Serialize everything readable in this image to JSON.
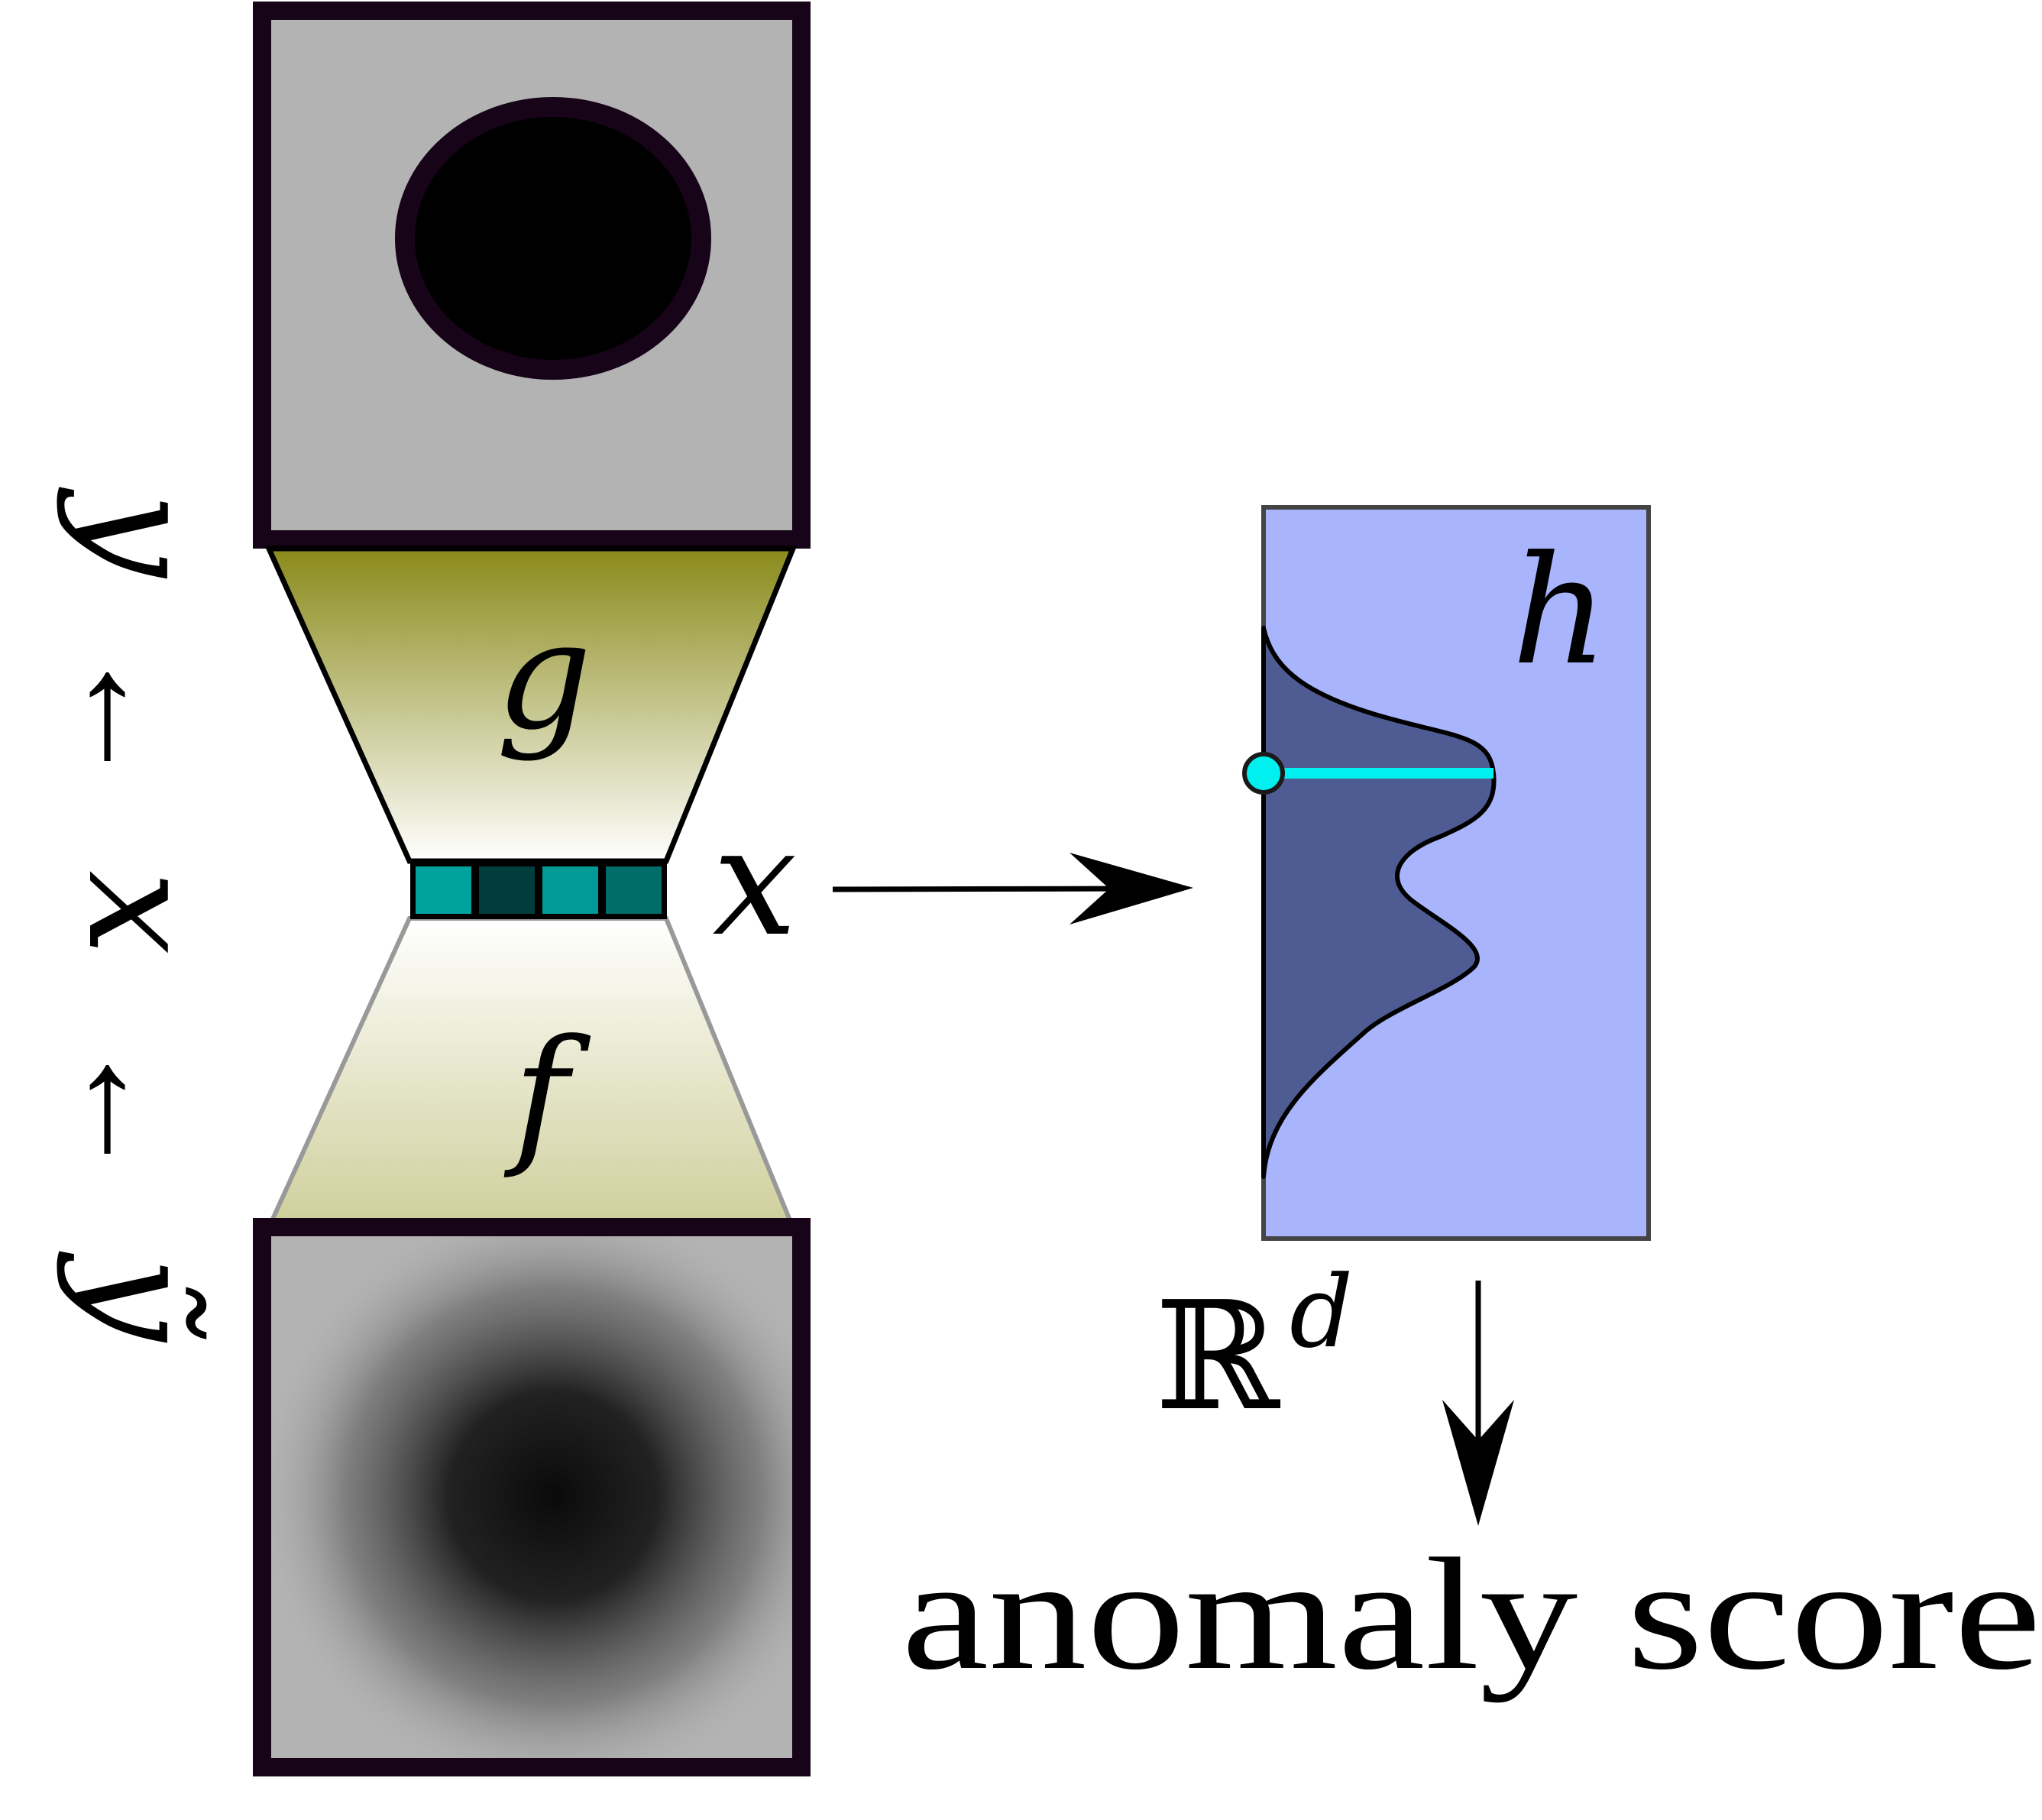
{
  "labels": {
    "decoder": "g",
    "encoder": "f",
    "latent": "x",
    "density": "h",
    "space_base": "ℝ",
    "space_exp": "d",
    "output": "anomaly score"
  },
  "side_label": {
    "output_image": "y",
    "arrow": "←",
    "latent": "x",
    "input_image": "ỹ"
  },
  "latent_vector": {
    "cell_colors": [
      "#00a29d",
      "#013d3b",
      "#009b96",
      "#016c68"
    ]
  },
  "colors": {
    "frame": "#170418",
    "image_bg": "#b3b3b3",
    "bottleneck_top": "#8a8a1a",
    "bottleneck_bottom": "#cfcf9c",
    "density_bg": "#a8b5fc",
    "density_fill": "#4f5b93",
    "marker": "#00f0f0"
  }
}
